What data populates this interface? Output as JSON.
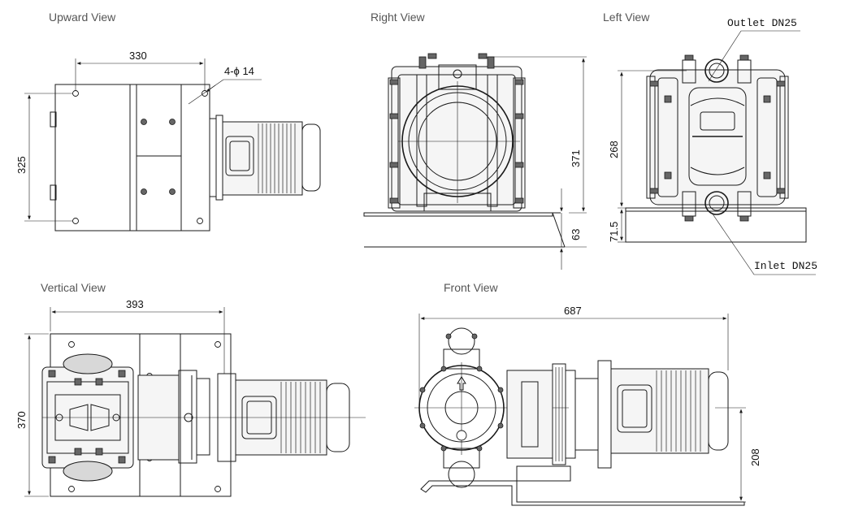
{
  "views": {
    "upward": {
      "title": "Upward View",
      "dim_width": "330",
      "dim_height": "325",
      "hole_spec": "4-ϕ 14"
    },
    "right": {
      "title": "Right View",
      "dim_height": "371",
      "dim_base": "63"
    },
    "left": {
      "title": "Left View",
      "outlet": "Outlet DN25",
      "inlet": "Inlet DN25",
      "dim_height": "268",
      "dim_base": "71.5"
    },
    "vertical": {
      "title": "Vertical View",
      "dim_width": "393",
      "dim_height": "370"
    },
    "front": {
      "title": "Front View",
      "dim_width": "687",
      "dim_height": "208"
    }
  }
}
